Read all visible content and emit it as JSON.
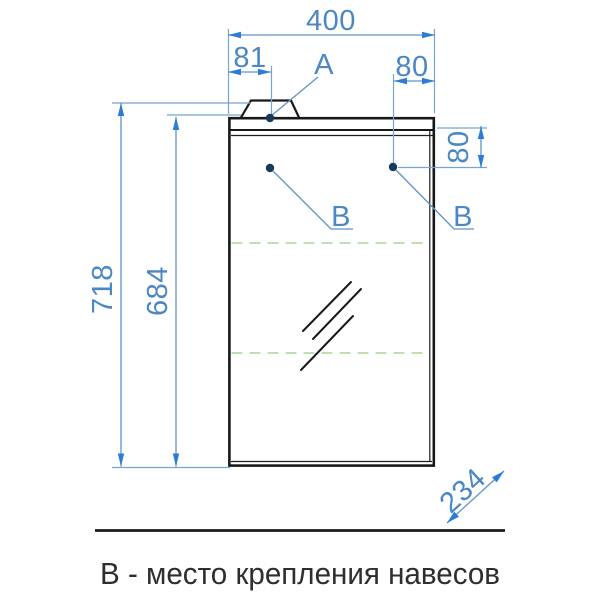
{
  "caption": "В - место крепления навесов",
  "dimensions": {
    "total_width": "400",
    "hanger_offset_left": "81",
    "hanger_offset_right": "80",
    "hanger_drop_right": "80",
    "total_height": "718",
    "door_height": "684",
    "depth": "234"
  },
  "labels": {
    "detail_top": "A",
    "mount_left": "B",
    "mount_right": "B"
  },
  "colors": {
    "dimension_text_blue": "#4b87c3",
    "arrow_blue": "#2b7cd6",
    "extension_line_blue": "#74a4d4",
    "outline_black": "#181818",
    "shelf_dash_green": "#b7dca6",
    "mount_dot_navy": "#173a5a",
    "caption_gray": "#2e2e2e",
    "background": "#ffffff"
  }
}
